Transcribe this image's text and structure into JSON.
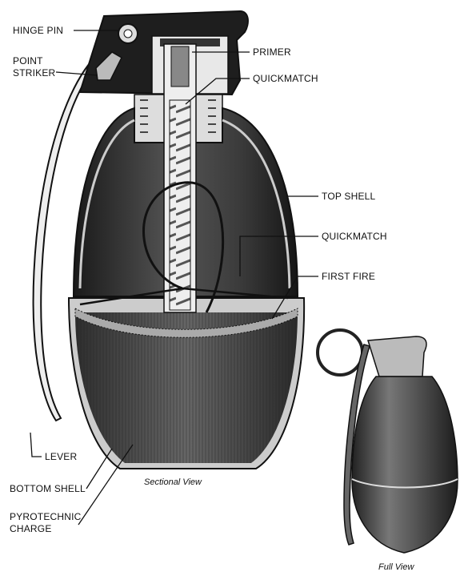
{
  "labels": {
    "hinge_pin": "HINGE PIN",
    "point": "POINT",
    "striker": "STRIKER",
    "primer": "PRIMER",
    "quickmatch_top": "QUICKMATCH",
    "top_shell": "TOP SHELL",
    "quickmatch_mid": "QUICKMATCH",
    "first_fire": "FIRST FIRE",
    "lever": "LEVER",
    "bottom_shell": "BOTTOM SHELL",
    "pyrotechnic": "PYROTECHNIC",
    "charge": "CHARGE"
  },
  "captions": {
    "sectional": "Sectional View",
    "full": "Full View"
  },
  "colors": {
    "ink": "#111111",
    "shell_dark": "#2a2a2a",
    "charge": "#4a4a4a",
    "paper": "#ffffff"
  }
}
